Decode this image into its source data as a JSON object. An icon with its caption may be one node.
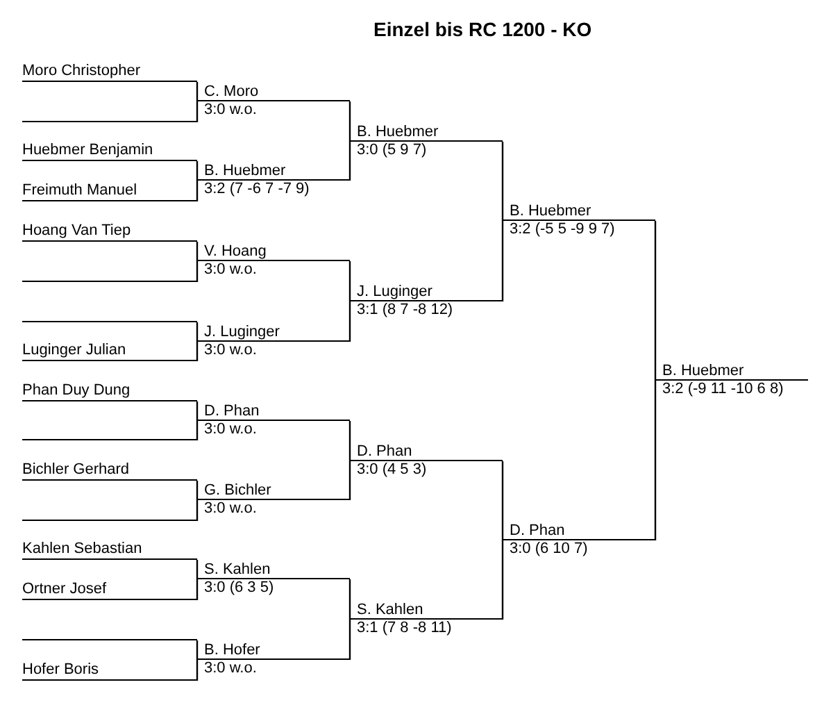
{
  "diagram": {
    "title": "Einzel bis RC 1200 - KO",
    "nodes": [
      {
        "text": [
          "Moro Christopher"
        ]
      },
      {
        "text": [],
        "shape": "line"
      },
      {
        "text": [
          "Huebmer Benjamin"
        ]
      },
      {
        "text": [
          "Freimuth Manuel"
        ]
      },
      {
        "text": [
          "Hoang Van Tiep"
        ]
      },
      {
        "text": [],
        "shape": "line"
      },
      {
        "text": [],
        "shape": "line"
      },
      {
        "text": [
          "Luginger Julian"
        ]
      },
      {
        "text": [
          "Phan Duy Dung"
        ]
      },
      {
        "text": [],
        "shape": "line"
      },
      {
        "text": [
          "Bichler Gerhard"
        ]
      },
      {
        "text": [],
        "shape": "line"
      },
      {
        "text": [
          "Kahlen Sebastian"
        ]
      },
      {
        "text": [
          "Ortner Josef"
        ]
      },
      {
        "text": [],
        "shape": "line"
      },
      {
        "text": [
          "Hofer Boris"
        ]
      },
      {
        "text": [
          "C. Moro",
          "3:0 w.o."
        ]
      },
      {
        "text": [
          "B. Huebmer",
          "3:2 (7 -6 7 -7 9)"
        ]
      },
      {
        "text": [
          "V. Hoang",
          "3:0 w.o."
        ]
      },
      {
        "text": [
          "J. Luginger",
          "3:0 w.o."
        ]
      },
      {
        "text": [
          "D. Phan",
          "3:0 w.o."
        ]
      },
      {
        "text": [
          "G. Bichler",
          "3:0 w.o."
        ]
      },
      {
        "text": [
          "S. Kahlen",
          "3:0 (6 3 5)"
        ]
      },
      {
        "text": [
          "B. Hofer",
          "3:0 w.o."
        ]
      },
      {
        "text": [
          "B. Huebmer",
          "3:0 (5 9 7)"
        ]
      },
      {
        "text": [
          "J. Luginger",
          "3:1 (8 7 -8 12)"
        ]
      },
      {
        "text": [
          "D. Phan",
          "3:0 (4 5 3)"
        ]
      },
      {
        "text": [
          "S. Kahlen",
          "3:1 (7 8 -8 11)"
        ]
      },
      {
        "text": [
          "B. Huebmer",
          "3:2 (-5 5 -9 9 7)"
        ]
      },
      {
        "text": [
          "D. Phan",
          "3:0 (6 10 7)"
        ]
      },
      {
        "text": [
          "B. Huebmer",
          "3:2 (-9 11 -10 6 8)"
        ]
      }
    ],
    "edges": [
      {
        "from": 0,
        "to": 16,
        "arrow": "none"
      },
      {
        "from": 1,
        "to": 16,
        "arrow": "none"
      },
      {
        "from": 2,
        "to": 17,
        "arrow": "none"
      },
      {
        "from": 3,
        "to": 17,
        "arrow": "none"
      },
      {
        "from": 4,
        "to": 18,
        "arrow": "none"
      },
      {
        "from": 5,
        "to": 18,
        "arrow": "none"
      },
      {
        "from": 6,
        "to": 19,
        "arrow": "none"
      },
      {
        "from": 7,
        "to": 19,
        "arrow": "none"
      },
      {
        "from": 8,
        "to": 20,
        "arrow": "none"
      },
      {
        "from": 9,
        "to": 20,
        "arrow": "none"
      },
      {
        "from": 10,
        "to": 21,
        "arrow": "none"
      },
      {
        "from": 11,
        "to": 21,
        "arrow": "none"
      },
      {
        "from": 12,
        "to": 22,
        "arrow": "none"
      },
      {
        "from": 13,
        "to": 22,
        "arrow": "none"
      },
      {
        "from": 14,
        "to": 23,
        "arrow": "none"
      },
      {
        "from": 15,
        "to": 23,
        "arrow": "none"
      },
      {
        "from": 16,
        "to": 24,
        "arrow": "none"
      },
      {
        "from": 17,
        "to": 24,
        "arrow": "none"
      },
      {
        "from": 18,
        "to": 25,
        "arrow": "none"
      },
      {
        "from": 19,
        "to": 25,
        "arrow": "none"
      },
      {
        "from": 20,
        "to": 26,
        "arrow": "none"
      },
      {
        "from": 21,
        "to": 26,
        "arrow": "none"
      },
      {
        "from": 22,
        "to": 27,
        "arrow": "none"
      },
      {
        "from": 23,
        "to": 27,
        "arrow": "none"
      },
      {
        "from": 24,
        "to": 28,
        "arrow": "none"
      },
      {
        "from": 25,
        "to": 28,
        "arrow": "none"
      },
      {
        "from": 26,
        "to": 29,
        "arrow": "none"
      },
      {
        "from": 27,
        "to": 29,
        "arrow": "none"
      },
      {
        "from": 28,
        "to": 30,
        "arrow": "none"
      },
      {
        "from": 29,
        "to": 30,
        "arrow": "none"
      }
    ]
  }
}
